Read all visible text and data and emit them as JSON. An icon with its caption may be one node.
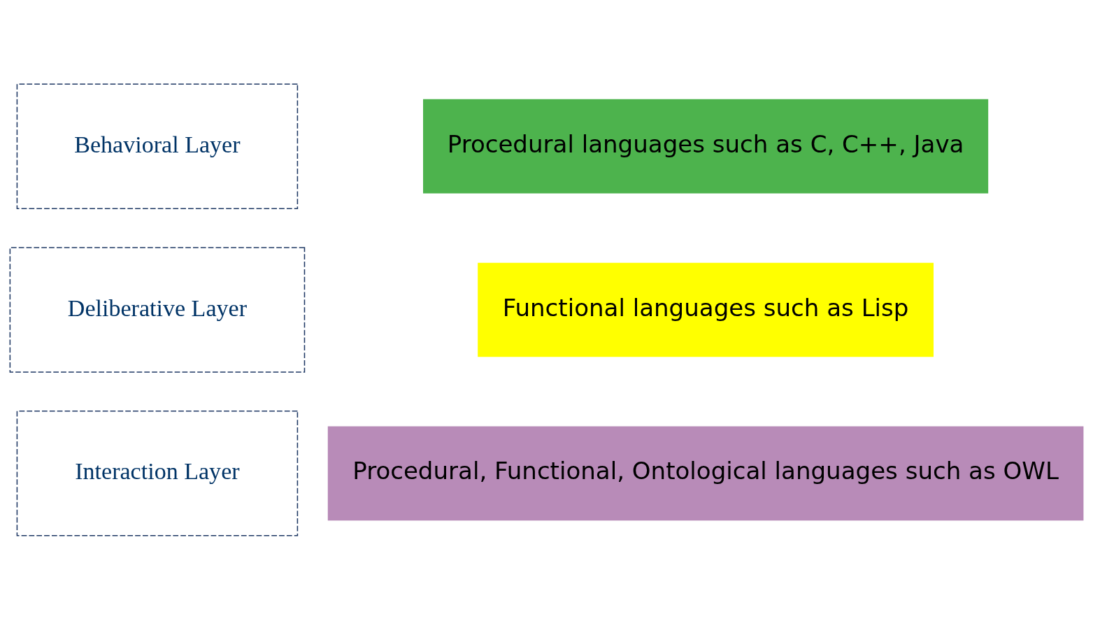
{
  "diagram": {
    "nodes": [
      {
        "text": [
          "Interaction Layer"
        ]
      },
      {
        "text": [
          "Deliberative Layer"
        ]
      },
      {
        "text": [
          "Behavioral Layer"
        ]
      },
      {
        "text": [
          "Procedural, Functional, Ontological languages such as OWL"
        ]
      },
      {
        "text": [
          "Functional languages such as Lisp"
        ]
      },
      {
        "text": [
          "Procedural languages such as C, C++, Java"
        ]
      }
    ],
    "edges": []
  }
}
